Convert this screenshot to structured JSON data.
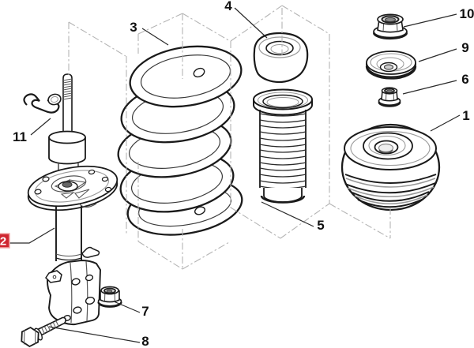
{
  "colors": {
    "background": "#ffffff",
    "line": "#1a1a1a",
    "secondary_line": "#999999",
    "dash": "#b5b5b5",
    "leader": "#2a2a2a",
    "label_text": "#111111",
    "highlight_bg": "#cf2630",
    "highlight_border": "#f2a9a9",
    "highlight_text": "#ffffff"
  },
  "callouts": {
    "c1": {
      "text": "1"
    },
    "c2": {
      "text": "2",
      "highlighted": true
    },
    "c3": {
      "text": "3"
    },
    "c4": {
      "text": "4"
    },
    "c5": {
      "text": "5"
    },
    "c6": {
      "text": "6"
    },
    "c7": {
      "text": "7"
    },
    "c8": {
      "text": "8"
    },
    "c9": {
      "text": "9"
    },
    "c10": {
      "text": "10"
    },
    "c11": {
      "text": "11"
    }
  }
}
